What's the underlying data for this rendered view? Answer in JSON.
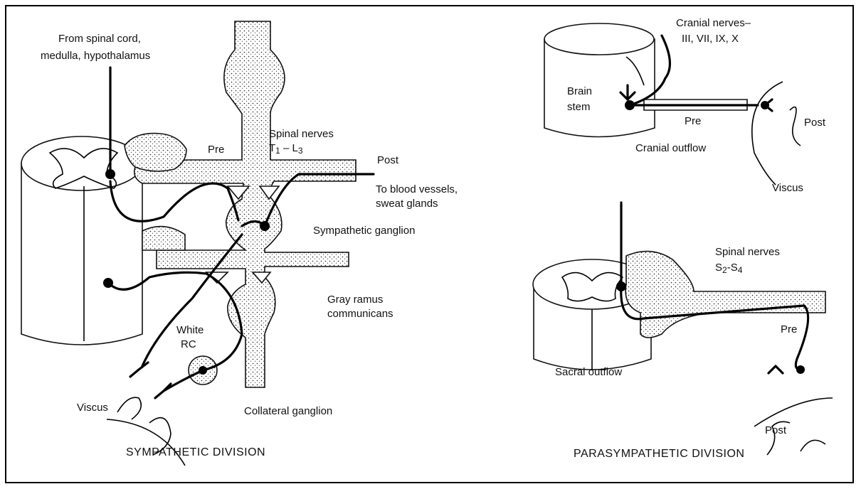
{
  "sympathetic": {
    "title": "SYMPATHETIC DIVISION",
    "from_spinal_cord": "From spinal cord,",
    "from_medulla": "medulla, hypothalamus",
    "pre": "Pre",
    "spinal_nerves": "Spinal nerves",
    "spinal_range_a": "T",
    "spinal_range_a_sub": "1",
    "spinal_range_mid": " – L",
    "spinal_range_b_sub": "3",
    "post": "Post",
    "blood_vessels_1": "To blood vessels,",
    "blood_vessels_2": "sweat glands",
    "sympathetic_ganglion": "Sympathetic ganglion",
    "gray_ramus_1": "Gray ramus",
    "gray_ramus_2": "communicans",
    "white_rc_1": "White",
    "white_rc_2": "RC",
    "viscus": "Viscus",
    "collateral_ganglion": "Collateral ganglion"
  },
  "parasympathetic": {
    "title": "PARASYMPATHETIC DIVISION",
    "cranial_nerves_1": "Cranial nerves–",
    "cranial_nerves_2": "III, VII, IX, X",
    "brain_stem_1": "Brain",
    "brain_stem_2": "stem",
    "pre_cranial": "Pre",
    "post_cranial": "Post",
    "cranial_outflow": "Cranial outflow",
    "viscus": "Viscus",
    "spinal_nerves": "Spinal nerves",
    "spinal_s_a": "S",
    "spinal_s_a_sub": "2",
    "spinal_s_mid": "-S",
    "spinal_s_b_sub": "4",
    "pre_sacral": "Pre",
    "sacral_outflow": "Sacral outflow",
    "post_sacral": "Post"
  }
}
